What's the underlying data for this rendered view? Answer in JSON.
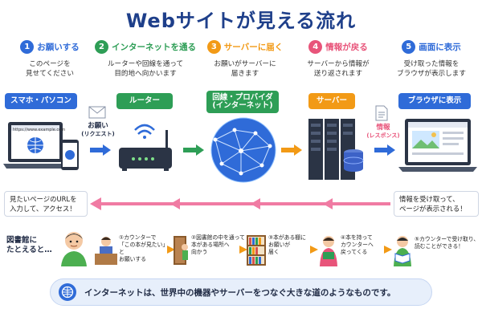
{
  "title": "Webサイトが見える流れ",
  "colors": {
    "blue": "#2f6bd8",
    "green": "#2e9e56",
    "orange": "#f29a16",
    "pink": "#e8547a",
    "navy": "#1e3f8a",
    "return_arrow": "#f07ba3"
  },
  "steps": [
    {
      "num": "1",
      "label": "お願いする",
      "desc": "このページを\n見せてください"
    },
    {
      "num": "2",
      "label": "インターネットを通る",
      "desc": "ルーターや回線を通って\n目的地へ向かいます"
    },
    {
      "num": "3",
      "label": "サーバーに届く",
      "desc": "お願いがサーバーに\n届きます"
    },
    {
      "num": "4",
      "label": "情報が戻る",
      "desc": "サーバーから情報が\n送り返されます"
    },
    {
      "num": "5",
      "label": "画面に表示",
      "desc": "受け取った情報を\nブラウザが表示します"
    }
  ],
  "labels": {
    "device": "スマホ・パソコン",
    "router": "ルーター",
    "provider": "回線・プロバイダ\n(インターネット)",
    "server": "サーバー",
    "browser": "ブラウザに表示"
  },
  "request": {
    "title": "お願い",
    "sub": "(リクエスト)"
  },
  "response": {
    "title": "情報",
    "sub": "(レスポンス)"
  },
  "browser_url": "https://www.example.com",
  "notes": {
    "left": "見たいページのURLを\n入力して、アクセス！",
    "right": "情報を受け取って、\nページが表示される！"
  },
  "analogy": {
    "title": "図書館に\nたとえると…",
    "scenes": [
      {
        "text": "①カウンターで\n「この本が見たい」と\nお願いする"
      },
      {
        "text": "②図書館の中を通って\n本がある場所へ\n向かう"
      },
      {
        "text": "③本がある棚に\nお願いが\n届く"
      },
      {
        "text": "④本を持って\nカウンターへ\n戻ってくる"
      },
      {
        "text": "⑤カウンターで受け取り、\n読むことができる！"
      }
    ]
  },
  "footer": "インターネットは、世界中の機器やサーバーをつなぐ大きな道のようなものです。"
}
